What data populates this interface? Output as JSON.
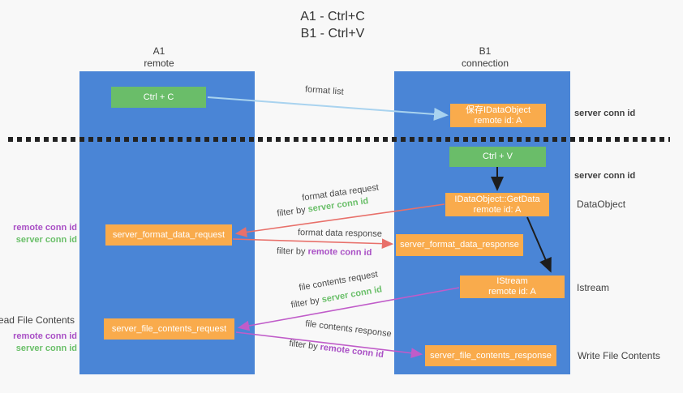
{
  "title": {
    "line1": "A1 - Ctrl+C",
    "line2": "B1 - Ctrl+V"
  },
  "lanes": {
    "left": {
      "name": "A1",
      "subtitle": "remote"
    },
    "right": {
      "name": "B1",
      "subtitle": "connection"
    }
  },
  "nodes": {
    "ctrl_c": {
      "label": "Ctrl + C"
    },
    "save_idataobject": {
      "line1": "保存IDataObject",
      "line2": "remote id: A"
    },
    "ctrl_v": {
      "label": "Ctrl + V"
    },
    "getdata": {
      "line1": "IDataObject::GetData",
      "line2": "remote id: A"
    },
    "format_request": {
      "label": "server_format_data_request"
    },
    "format_response": {
      "label": "server_format_data_response"
    },
    "istream": {
      "line1": "IStream",
      "line2": "remote id: A"
    },
    "file_request": {
      "label": "server_file_contents_request"
    },
    "file_response": {
      "label": "server_file_contents_response"
    }
  },
  "edges": {
    "format_list": {
      "label": "format list"
    },
    "format_data_request": {
      "label": "format data request",
      "filter_prefix": "filter by ",
      "filter_key": "server conn id"
    },
    "format_data_response": {
      "label": "format data response",
      "filter_prefix": "filter by ",
      "filter_key": "remote conn id"
    },
    "file_contents_request": {
      "label": "file contents request",
      "filter_prefix": "filter by ",
      "filter_key": "server conn id"
    },
    "file_contents_response": {
      "label": "file contents response",
      "filter_prefix": "filter by ",
      "filter_key": "remote conn id"
    }
  },
  "annotations": {
    "right": {
      "server_conn_id_top": "server conn id",
      "server_conn_id_mid": "server conn id",
      "dataobject": "DataObject",
      "istream": "Istream",
      "write_file_contents": "Write File Contents"
    },
    "left": {
      "remote_conn_id_top": "remote conn id",
      "server_conn_id_top": "server conn id",
      "read_file_contents": "Read File Contents",
      "remote_conn_id_bottom": "remote conn id",
      "server_conn_id_bottom": "server conn id"
    }
  },
  "colors": {
    "lane_blue": "#4a85d6",
    "node_orange": "#f9ab4c",
    "node_green": "#6abd69",
    "server_conn_green": "#6abf69",
    "remote_conn_purple": "#a94fc5",
    "request_arrow_red": "#e8706a",
    "contents_arrow_magenta": "#c05cc9",
    "format_list_arrow_blue": "#a9d3ef",
    "flow_arrow_black": "#1d1d1d",
    "divider_black": "#232323"
  }
}
